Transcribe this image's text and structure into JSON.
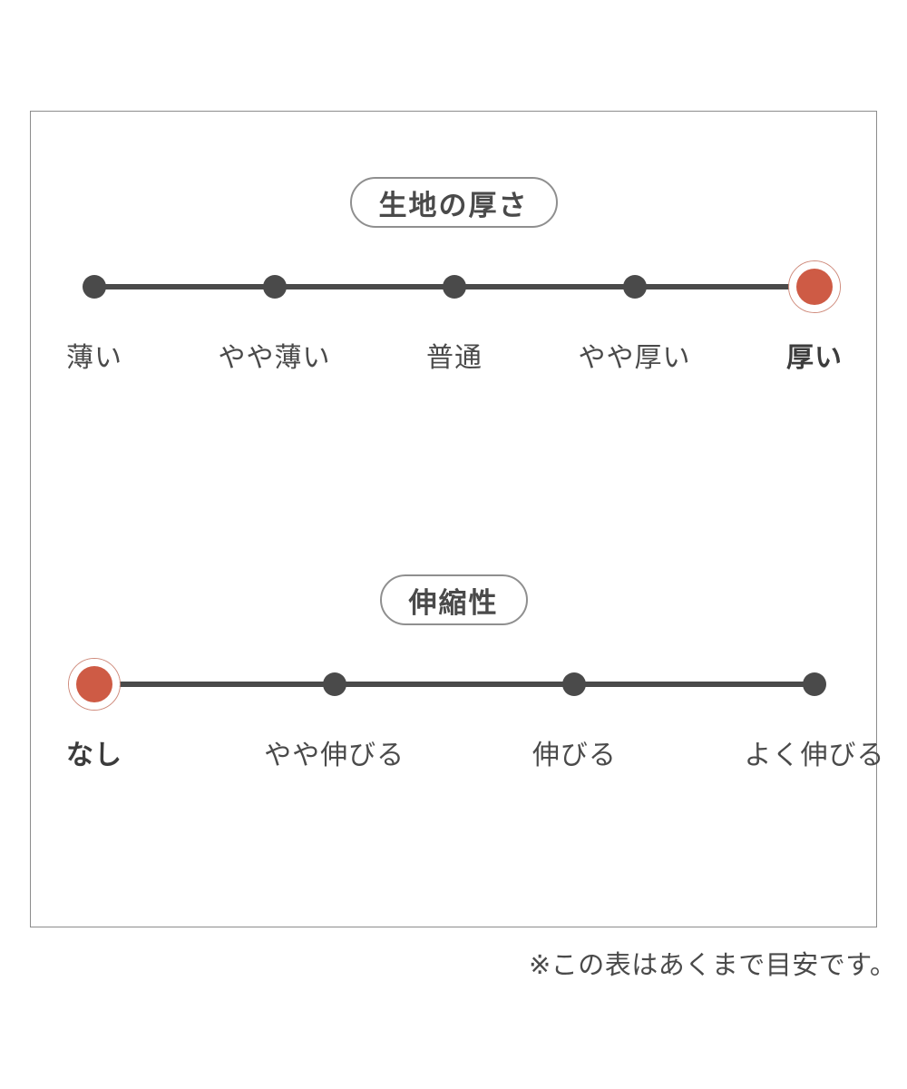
{
  "panel": {
    "sections": [
      {
        "id": "fabric-thickness",
        "title": "生地の厚さ",
        "selected_index": 4,
        "options": [
          {
            "label": "薄い"
          },
          {
            "label": "やや薄い"
          },
          {
            "label": "普通"
          },
          {
            "label": "やや厚い"
          },
          {
            "label": "厚い"
          }
        ]
      },
      {
        "id": "stretchability",
        "title": "伸縮性",
        "selected_index": 0,
        "options": [
          {
            "label": "なし"
          },
          {
            "label": "やや伸びる"
          },
          {
            "label": "伸びる"
          },
          {
            "label": "よく伸びる"
          }
        ]
      }
    ]
  },
  "footnote": "※この表はあくまで目安です。",
  "colors": {
    "accent": "#ce5b45",
    "accent_ring": "#cf8b7c",
    "track": "#4a4a4a",
    "dot": "#4a4a4a",
    "border": "#8c8c8c",
    "pill_border": "#8f8f8f",
    "text": "#4a4a4a",
    "background": "#ffffff"
  },
  "chart_data": {
    "type": "scale",
    "title": "",
    "charts": [
      {
        "title": "生地の厚さ",
        "categories": [
          "薄い",
          "やや薄い",
          "普通",
          "やや厚い",
          "厚い"
        ],
        "selected": "厚い",
        "selected_index": 4,
        "values": [
          0,
          0,
          0,
          0,
          1
        ]
      },
      {
        "title": "伸縮性",
        "categories": [
          "なし",
          "やや伸びる",
          "伸びる",
          "よく伸びる"
        ],
        "selected": "なし",
        "selected_index": 0,
        "values": [
          1,
          0,
          0,
          0
        ]
      }
    ],
    "note": "※この表はあくまで目安です。"
  }
}
